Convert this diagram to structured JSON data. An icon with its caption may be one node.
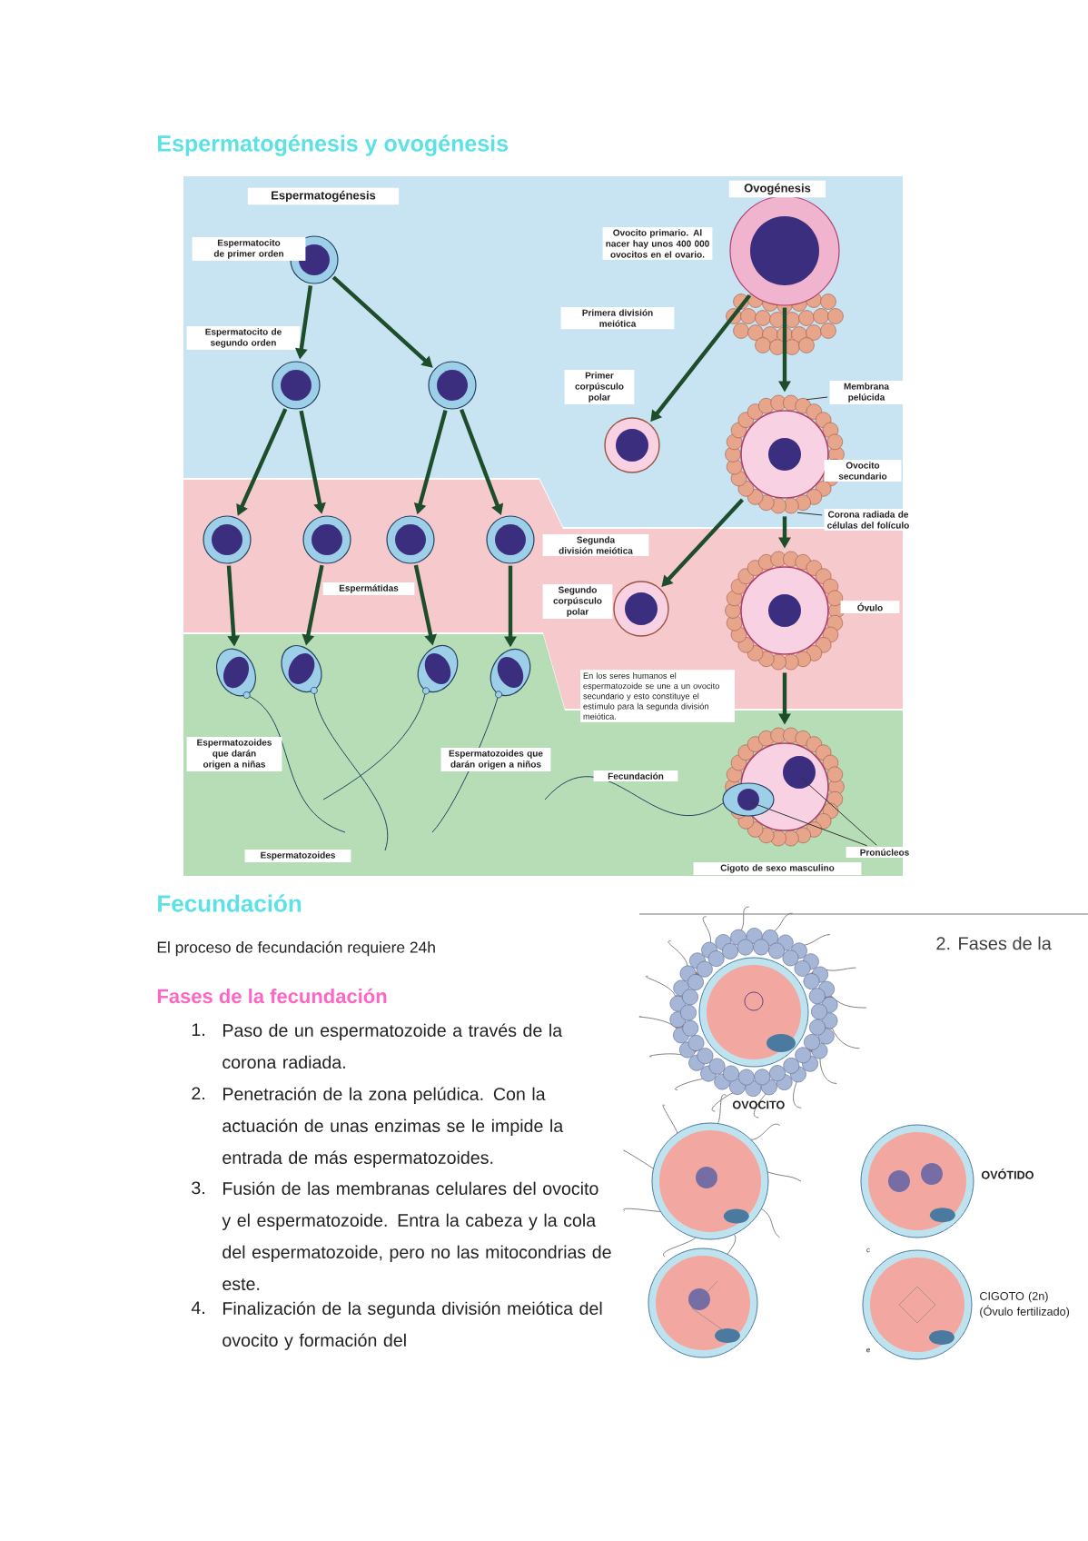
{
  "diagram": {
    "title": "Espermatogénesis y ovogénesis",
    "nodes": [
      {
        "text": [],
        "shape": "circle",
        "beside": [
          "Espermatocito de primer orden"
        ]
      },
      {
        "text": [],
        "shape": "circle",
        "beside": [
          "Espermatocito de segundo orden"
        ]
      },
      {
        "text": [],
        "shape": "circle"
      },
      {
        "text": [],
        "shape": "circle"
      },
      {
        "text": [],
        "shape": "circle"
      },
      {
        "text": [],
        "shape": "circle"
      },
      {
        "text": [],
        "shape": "circle"
      },
      {
        "text": [],
        "shape": "ellipse"
      },
      {
        "text": [],
        "shape": "ellipse"
      },
      {
        "text": [],
        "shape": "ellipse"
      },
      {
        "text": [],
        "shape": "ellipse"
      },
      {
        "text": [],
        "shape": "circle",
        "beside": [
          "Ovocito primario. Al nacer hay unos 400 000 ovocitos en el ovario."
        ]
      },
      {
        "text": [],
        "shape": "circle",
        "beside": [
          "Primer corpúsculo polar"
        ]
      },
      {
        "text": [],
        "shape": "circle",
        "beside": [
          "Ovocito secundario"
        ]
      },
      {
        "text": [],
        "shape": "circle",
        "beside": [
          "Segundo corpúsculo polar"
        ]
      },
      {
        "text": [],
        "shape": "circle",
        "beside": [
          "Óvulo"
        ]
      },
      {
        "text": [],
        "shape": "circle"
      },
      {
        "text": [
          "Membrana pelúcida"
        ]
      },
      {
        "text": [
          "Corona radiada de células del folículo"
        ]
      },
      {
        "text": [
          "Pronúcleos"
        ]
      }
    ],
    "edges": [
      {
        "from": 0,
        "to": 1,
        "arrow": "to"
      },
      {
        "from": 0,
        "to": 2,
        "arrow": "to"
      },
      {
        "from": 1,
        "to": 3,
        "arrow": "to"
      },
      {
        "from": 1,
        "to": 4,
        "arrow": "to"
      },
      {
        "from": 2,
        "to": 5,
        "arrow": "to"
      },
      {
        "from": 2,
        "to": 6,
        "arrow": "to"
      },
      {
        "from": 3,
        "to": 7,
        "arrow": "to"
      },
      {
        "from": 4,
        "to": 8,
        "arrow": "to"
      },
      {
        "from": 5,
        "to": 9,
        "arrow": "to"
      },
      {
        "from": 6,
        "to": 10,
        "arrow": "to"
      },
      {
        "from": 11,
        "to": 12,
        "arrow": "to"
      },
      {
        "from": 11,
        "to": 13,
        "arrow": "to"
      },
      {
        "from": 13,
        "to": 14,
        "arrow": "to"
      },
      {
        "from": 13,
        "to": 15,
        "arrow": "to"
      },
      {
        "from": 15,
        "to": 16,
        "arrow": "to"
      },
      {
        "from": 17,
        "to": 13,
        "arrow": "none",
        "color": "#333333"
      },
      {
        "from": 18,
        "to": 13,
        "arrow": "none",
        "color": "#333333"
      },
      {
        "from": 19,
        "to": 16,
        "arrow": "none",
        "color": "#333333"
      },
      {
        "from": 19,
        "to": 16,
        "arrow": "none",
        "color": "#333333"
      }
    ],
    "labels": [
      "Espermatogénesis",
      "Ovogénesis",
      "Primera división meiótica",
      "Segunda división meiótica",
      "Espermátidas",
      "En los seres humanos el espermatozoide se une a un ovocito secundario y esto constituye el estímulo para la segunda división meiótica.",
      "Espermatozoides que darán origen a niñas",
      "Espermatozoides que darán origen a niños",
      "Fecundación",
      "Espermatozoides",
      "Fecundación",
      "El proceso de fecundación requiere 24h",
      "Fases de la fecundación",
      "1.",
      "Paso de un espermatozoide a través de la corona radiada.",
      "2.",
      "Penetración de la zona pelúdica. Con la actuación de unas enzimas se le impide la entrada de más espermatozoides.",
      "3.",
      "Fusión de las membranas celulares del ovocito y el espermatozoide. Entra la cabeza y la cola del espermatozoide, pero no las mitocondrias de este.",
      "4.",
      "Finalización de la segunda división meiótica del ovocito y formación del",
      "2. Fases de la",
      "OVOCITO",
      "OVÓTIDO",
      "c",
      "CIGOTO (2n) (Óvulo fertilizado)",
      "e",
      "Cigoto de sexo masculino"
    ]
  }
}
